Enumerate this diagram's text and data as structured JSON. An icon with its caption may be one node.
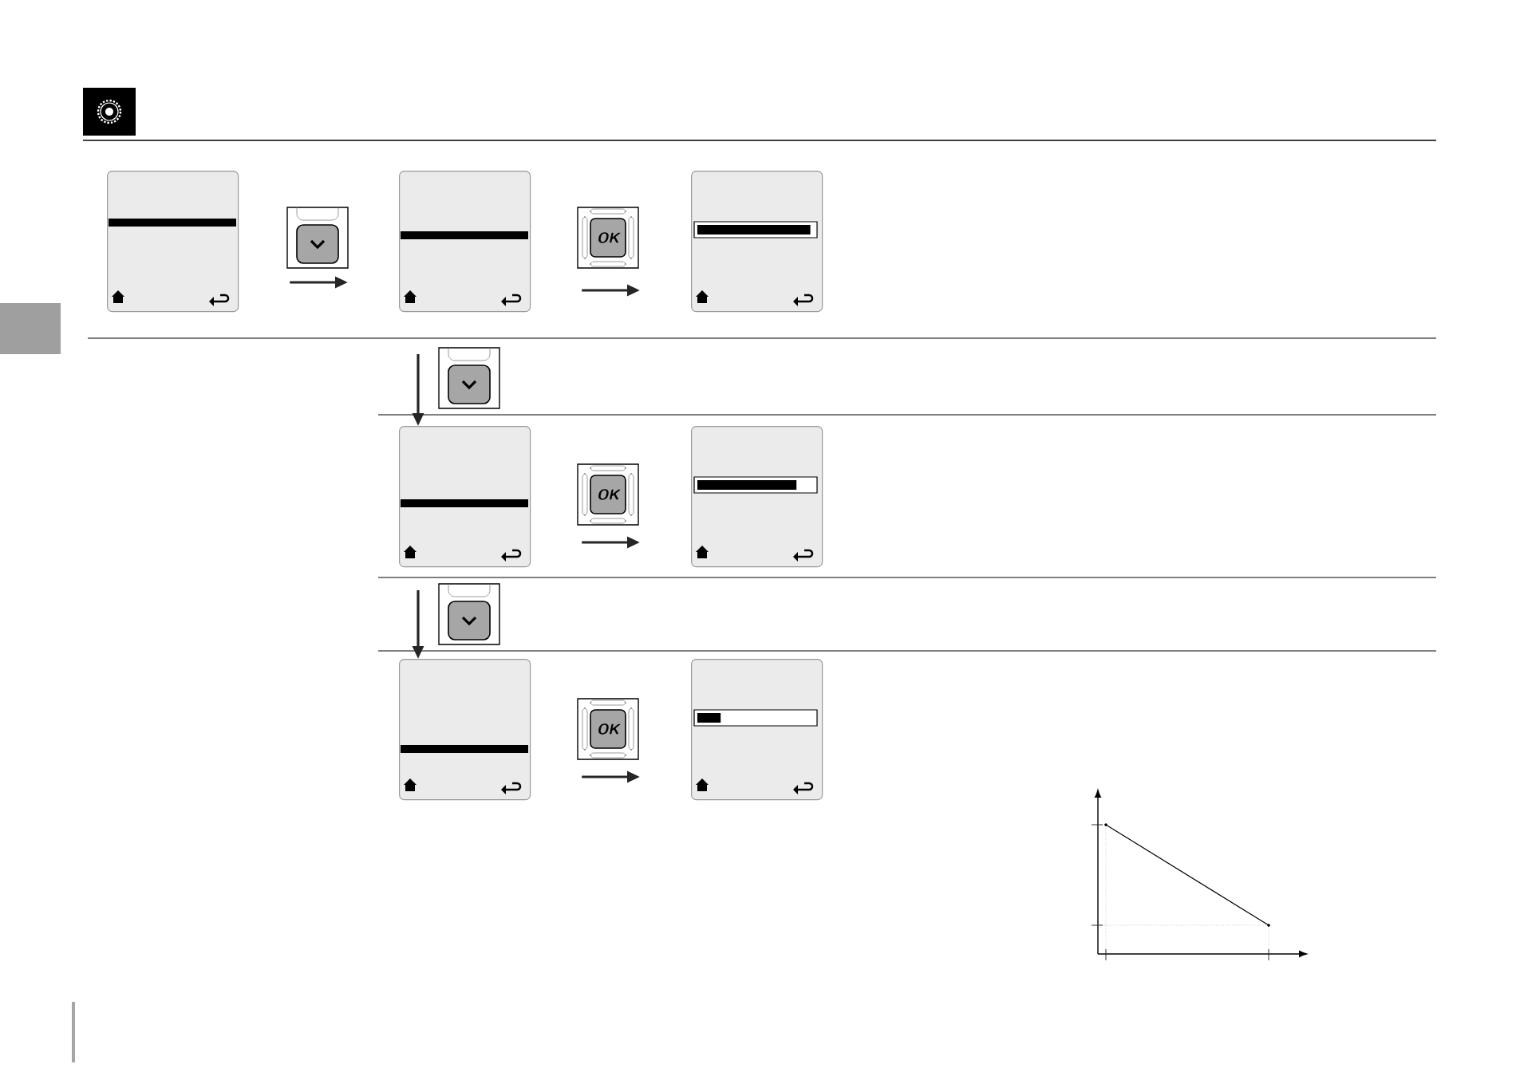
{
  "diagram": {
    "nodes": [
      {
        "text": [],
        "shape": "box"
      },
      {
        "text": [],
        "shape": "box"
      },
      {
        "text": [],
        "shape": "box"
      },
      {
        "text": [],
        "shape": "box"
      },
      {
        "text": [],
        "shape": "box"
      },
      {
        "text": [],
        "shape": "box"
      },
      {
        "text": [],
        "shape": "box"
      }
    ],
    "edges": [
      {
        "from": 0,
        "to": 1,
        "arrow": "to"
      },
      {
        "from": 1,
        "to": 2,
        "arrow": "to"
      },
      {
        "from": null,
        "to": 3,
        "arrow": "to"
      },
      {
        "from": 3,
        "to": 4,
        "arrow": "to"
      },
      {
        "from": null,
        "to": 5,
        "arrow": "to"
      },
      {
        "from": 5,
        "to": 6,
        "arrow": "to"
      }
    ],
    "labels": [
      "OK",
      "OK",
      "OK"
    ]
  }
}
